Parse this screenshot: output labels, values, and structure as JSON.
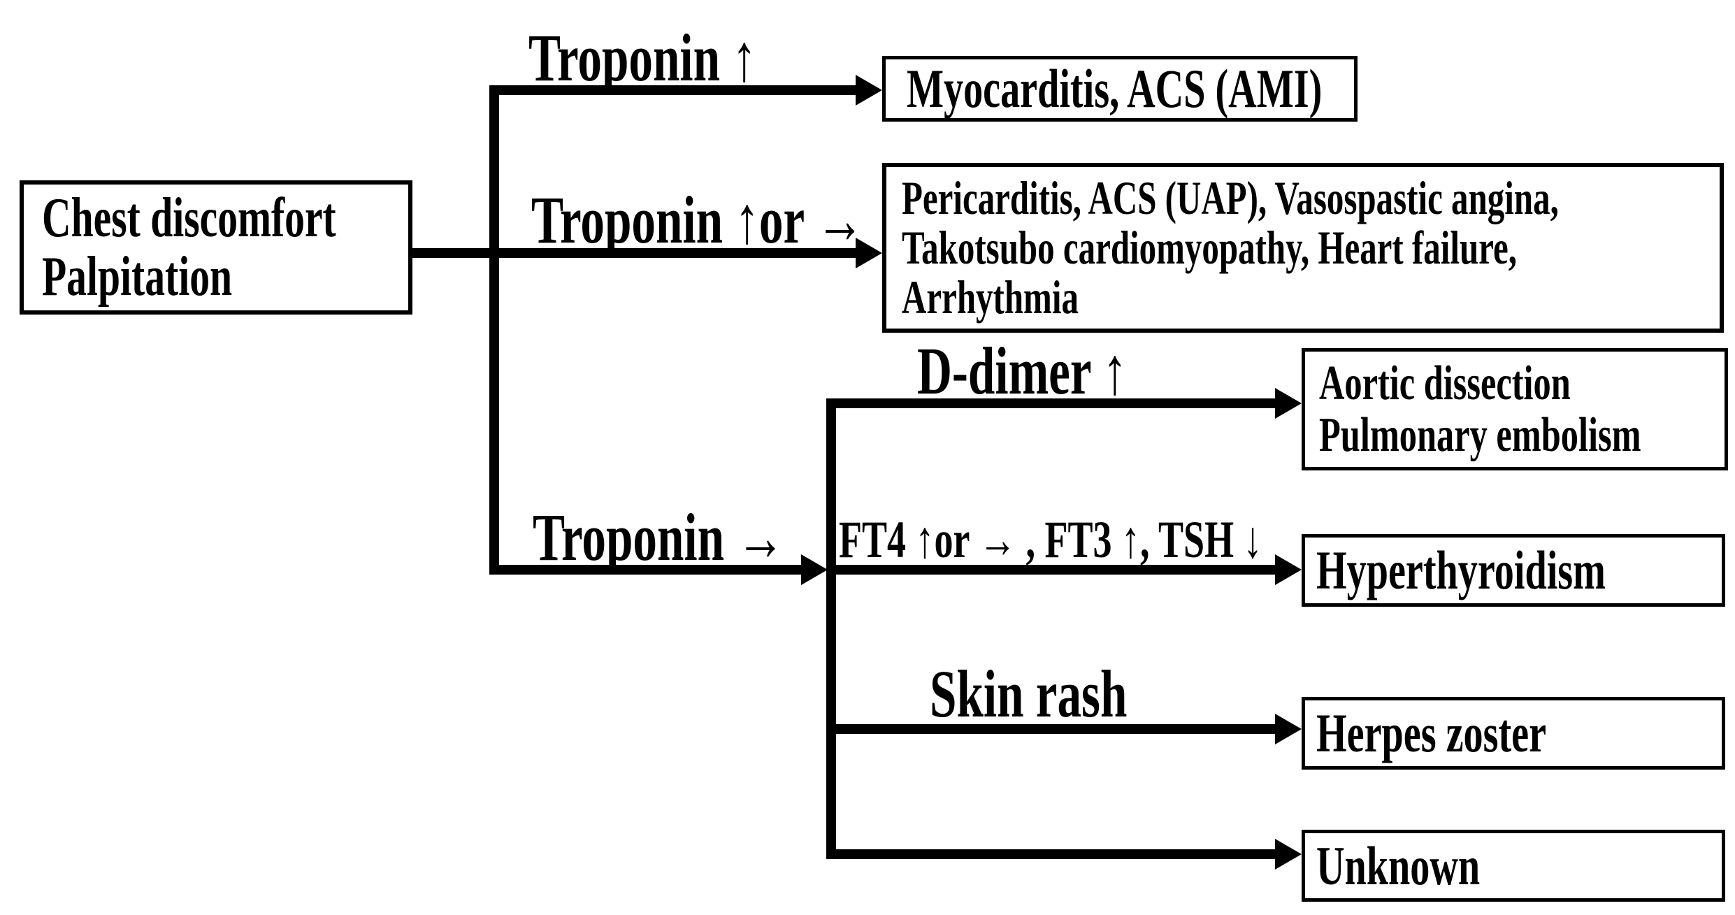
{
  "nodes": {
    "chest": {
      "lines": [
        "Chest discomfort",
        "Palpitation"
      ]
    },
    "myocarditis": {
      "lines": [
        "Myocarditis, ACS (AMI)"
      ]
    },
    "pericarditis": {
      "lines": [
        "Pericarditis, ACS (UAP), Vasospastic angina,",
        "Takotsubo cardiomyopathy, Heart failure,",
        "Arrhythmia"
      ]
    },
    "aortic_pe": {
      "lines": [
        "Aortic dissection",
        "Pulmonary embolism"
      ]
    },
    "hyperthyroidism": {
      "lines": [
        "Hyperthyroidism"
      ]
    },
    "herpes_zoster": {
      "lines": [
        "Herpes zoster"
      ]
    },
    "unknown": {
      "lines": [
        "Unknown"
      ]
    }
  },
  "branch_labels": {
    "troponin_up": "Troponin ↑",
    "troponin_up_or_normal": "Troponin ↑or →",
    "troponin_normal": "Troponin →",
    "d_dimer_up": "D-dimer ↑",
    "thyroid_panel": "FT4 ↑or → , FT3 ↑, TSH ↓",
    "skin_rash": "Skin rash"
  },
  "colors": {
    "ink": "#000000",
    "background": "#ffffff",
    "node_fill": "#ffffff"
  }
}
